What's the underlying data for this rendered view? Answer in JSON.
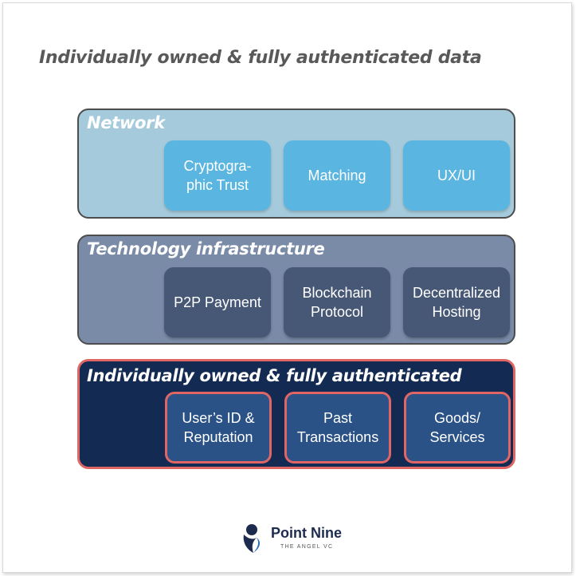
{
  "heading": "Individually owned & fully authenticated data",
  "layers": [
    {
      "title": "Network",
      "boxes": [
        "Cryptogra-\nphic Trust",
        "Matching",
        "UX/UI"
      ]
    },
    {
      "title": "Technology infrastructure",
      "boxes": [
        "P2P Payment",
        "Blockchain\nProtocol",
        "Decentralized\nHosting"
      ]
    },
    {
      "title": "Individually owned & fully authenticated",
      "boxes": [
        "User’s ID &\nReputation",
        "Past\nTransactions",
        "Goods/\nServices"
      ]
    }
  ],
  "logo": {
    "name": "Point Nine",
    "tagline": "THE ANGEL VC",
    "icon": "point-nine-logo-icon"
  },
  "colors": {
    "network_bg": "#a4cadb",
    "network_box": "#5ab6e0",
    "tech_bg": "#7a8ba8",
    "tech_box": "#475876",
    "data_bg": "#132a52",
    "data_box": "#2b5286",
    "highlight_border": "#e06666"
  }
}
